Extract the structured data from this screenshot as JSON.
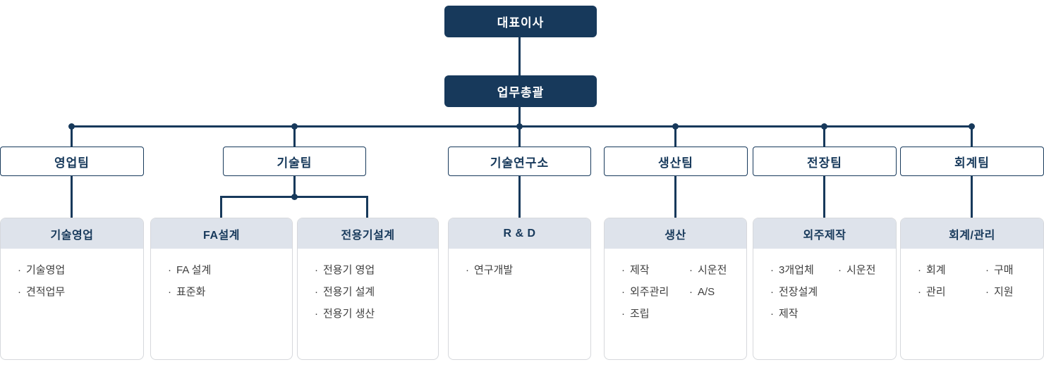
{
  "org": {
    "root": {
      "label": "대표이사"
    },
    "general": {
      "label": "업무총괄"
    },
    "teams": [
      {
        "label": "영업팀"
      },
      {
        "label": "기술팀"
      },
      {
        "label": "기술연구소"
      },
      {
        "label": "생산팀"
      },
      {
        "label": "전장팀"
      },
      {
        "label": "회계팀"
      }
    ],
    "departments": [
      {
        "title": "기술영업",
        "items": [
          "기술영업",
          "견적업무"
        ]
      },
      {
        "title": "FA설계",
        "items": [
          "FA 설계",
          "표준화"
        ]
      },
      {
        "title": "전용기설계",
        "items": [
          "전용기 영업",
          "전용기 설계",
          "전용기 생산"
        ]
      },
      {
        "title": "R & D",
        "items": [
          "연구개발"
        ]
      },
      {
        "title": "생산",
        "left": [
          "제작",
          "외주관리",
          "조립"
        ],
        "right": [
          "시운전",
          "A/S"
        ]
      },
      {
        "title": "외주제작",
        "left": [
          "3개업체",
          "전장설계",
          "제작"
        ],
        "right": [
          "시운전"
        ]
      },
      {
        "title": "회계/관리",
        "left": [
          "회계",
          "관리"
        ],
        "right": [
          "구매",
          "지원"
        ]
      }
    ],
    "colors": {
      "navy": "#17395B",
      "card_header_bg": "#DEE3EB",
      "card_border": "#D6D8DC",
      "body_text": "#3F3F3F",
      "background": "#FFFFFF"
    }
  }
}
